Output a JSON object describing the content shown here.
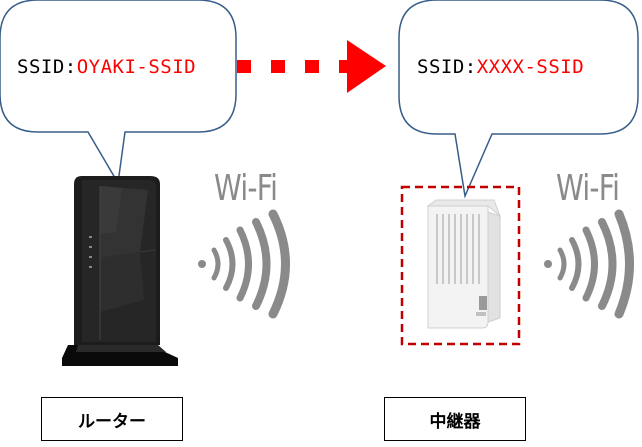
{
  "left_bubble": {
    "prefix": "SSID:",
    "value": "OYAKI-SSID"
  },
  "right_bubble": {
    "prefix": "SSID:",
    "value": "XXXX-SSID"
  },
  "wifi_label": "Wi-Fi",
  "router_label": "ルーター",
  "repeater_label": "中継器",
  "colors": {
    "ssid_value": "#ff0000",
    "arrow": "#ff0000",
    "dashed_box": "#c00000",
    "bubble_border": "#385d8a",
    "wifi_waves": "#8a8a8a"
  },
  "icons": [
    "router-icon",
    "repeater-icon",
    "wifi-waves-icon",
    "arrow-right-icon"
  ]
}
